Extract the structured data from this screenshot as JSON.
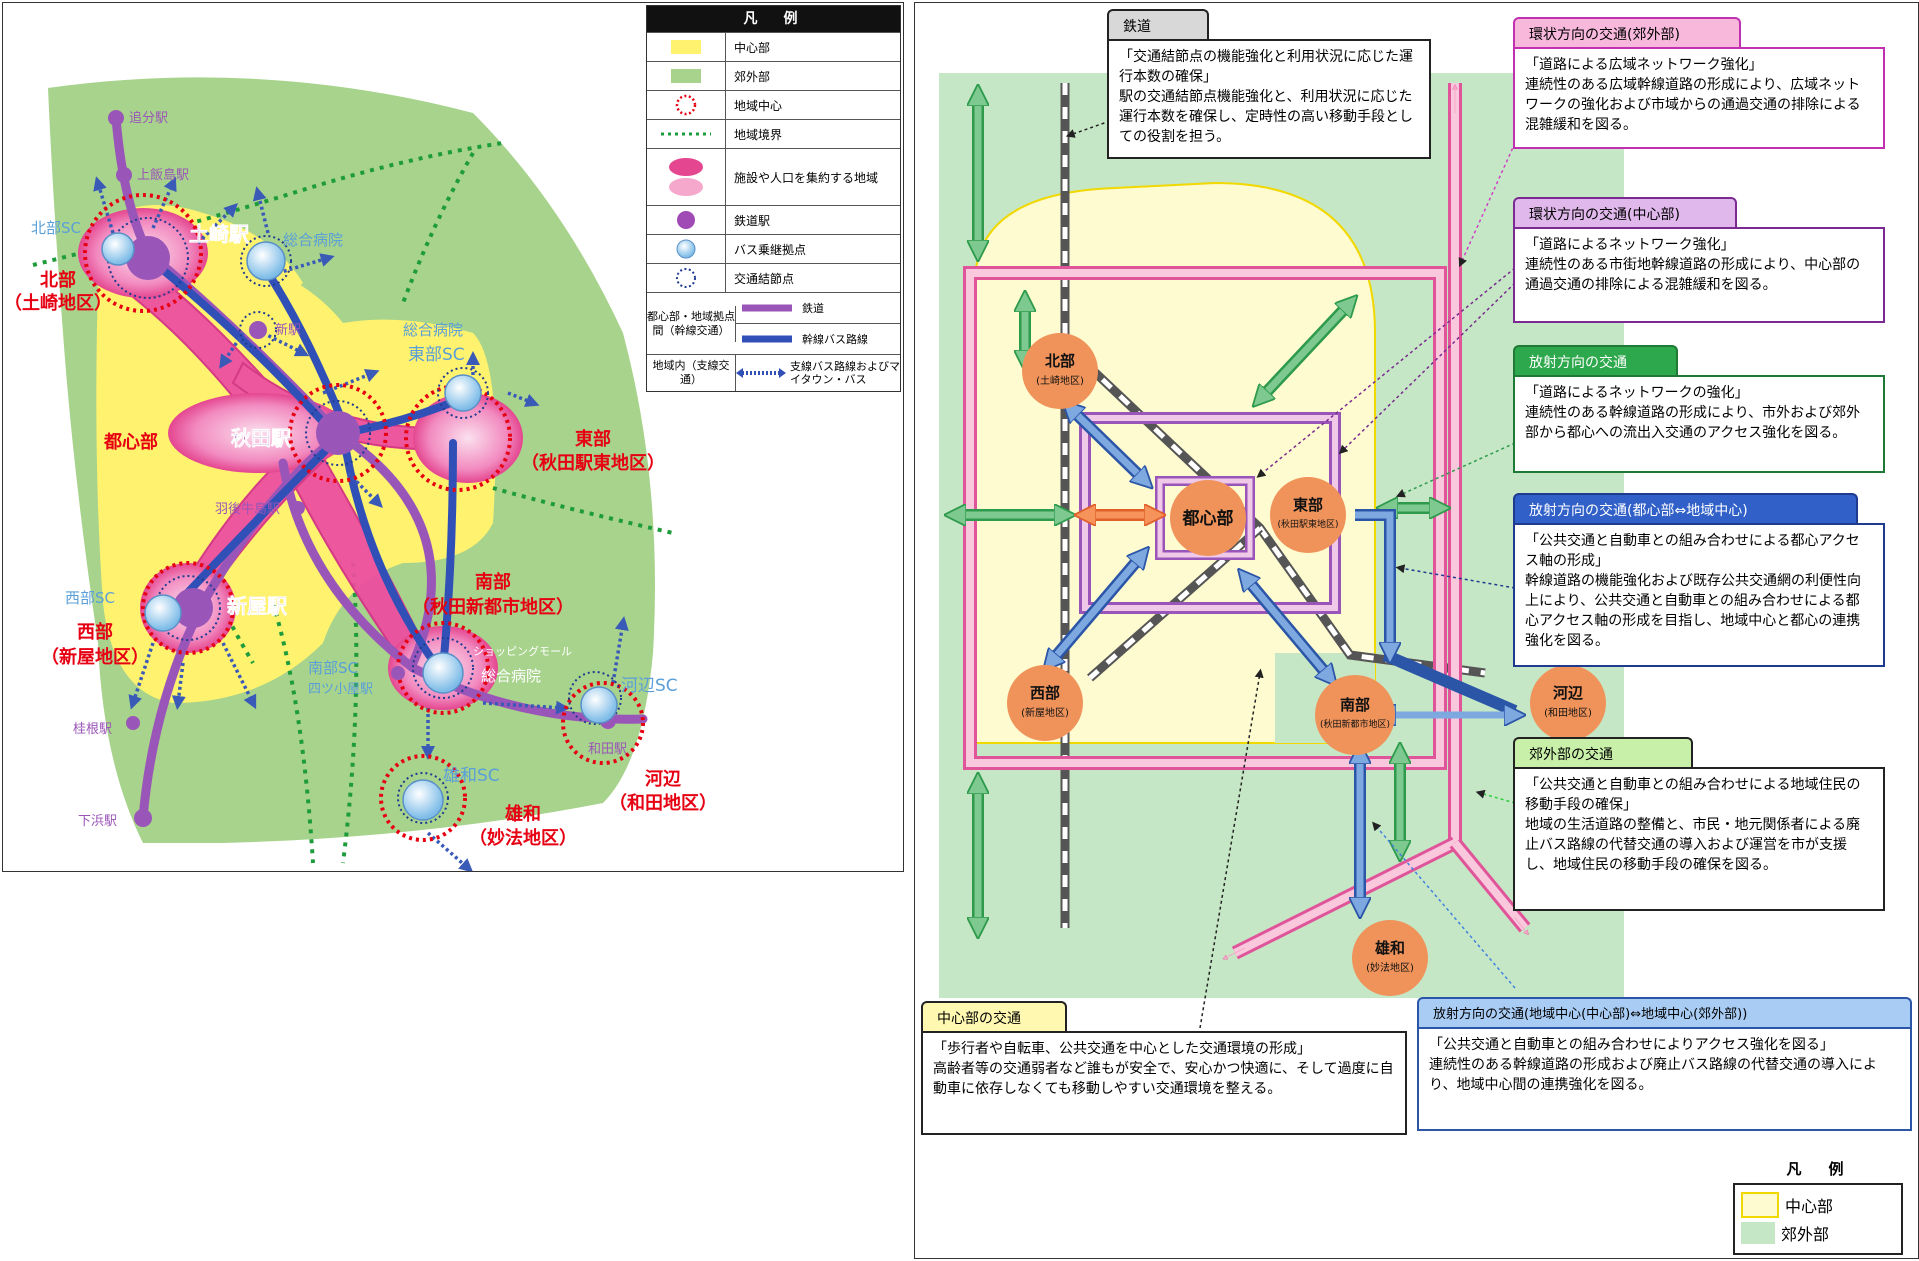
{
  "left_map": {
    "legend": {
      "title": "凡　例",
      "items": [
        {
          "label": "中心部",
          "color": "#fff26e"
        },
        {
          "label": "郊外部",
          "color": "#a8d38c"
        },
        {
          "label": "地域中心",
          "color": "#e60012"
        },
        {
          "label": "地域境界",
          "color": "#1e9c3c"
        },
        {
          "label": "施設や人口を集約する地域",
          "color": "#ec4fa0"
        },
        {
          "label": "鉄道駅",
          "color": "#a04ab5"
        },
        {
          "label": "バス乗継拠点",
          "color": "#8ec8ee"
        },
        {
          "label": "交通結節点",
          "color": "#1f3b8f"
        }
      ],
      "groups": [
        {
          "category": "都心部・地域拠点間（幹線交通）",
          "rows": [
            {
              "label": "鉄道",
              "color": "#9a55b8"
            },
            {
              "label": "幹線バス路線",
              "color": "#3050b8"
            }
          ]
        },
        {
          "category": "地域内（支線交通）",
          "rows": [
            {
              "label": "支線バス路線およびマイタウン・バス",
              "color": "#3050b8"
            }
          ]
        }
      ]
    },
    "stations": {
      "oiwake": "追分駅",
      "kamiiijima": "上飯島駅",
      "tsuchizaki": "土崎駅",
      "shin": "新駅",
      "akita": "秋田駅",
      "ugoushijima": "羽後牛島駅",
      "araya": "新屋駅",
      "yotsuoya": "四ツ小屋駅",
      "katsurane": "桂根駅",
      "shimohama": "下浜駅",
      "wada": "和田駅"
    },
    "facilities": {
      "north_sc": "北部SC",
      "general_hospital_north": "総合病院",
      "general_hospital_east": "総合病院",
      "east_sc": "東部SC",
      "west_sc": "西部SC",
      "south_sc": "南部SC",
      "shopping_mall": "ショッピングモール",
      "general_hospital_south": "総合病院",
      "kawabe_sc": "河辺SC",
      "yuwa_sc": "雄和SC"
    },
    "districts": {
      "north": [
        "北部",
        "（土崎地区）"
      ],
      "center": "都心部",
      "east": [
        "東部",
        "（秋田駅東地区）"
      ],
      "south": [
        "南部",
        "（秋田新都市地区）"
      ],
      "west": [
        "西部",
        "（新屋地区）"
      ],
      "kawabe": [
        "河辺",
        "（和田地区）"
      ],
      "yuwa": [
        "雄和",
        "（妙法地区）"
      ]
    }
  },
  "right_diagram": {
    "nodes": {
      "center": "都心部",
      "north": [
        "北部",
        "(土崎地区)"
      ],
      "east": [
        "東部",
        "(秋田駅東地区)"
      ],
      "west": [
        "西部",
        "(新屋地区)"
      ],
      "south": [
        "南部",
        "(秋田新都市地区)"
      ],
      "kawabe": [
        "河辺",
        "(和田地区)"
      ],
      "yuwa": [
        "雄和",
        "(妙法地区)"
      ]
    },
    "callouts": {
      "rail": {
        "tab": "鉄道",
        "headline": "「交通結節点の機能強化と利用状況に応じた運行本数の確保」",
        "body": "駅の交通結節点機能強化と、利用状況に応じた運行本数を確保し、定時性の高い移動手段としての役割を担う。"
      },
      "ring_outer": {
        "tab": "環状方向の交通(郊外部)",
        "headline": "「道路による広域ネットワーク強化」",
        "body": "連続性のある広域幹線道路の形成により、広域ネットワークの強化および市域からの通過交通の排除による混雑緩和を図る。"
      },
      "ring_center": {
        "tab": "環状方向の交通(中心部)",
        "headline": "「道路によるネットワーク強化」",
        "body": "連続性のある市街地幹線道路の形成により、中心部の通過交通の排除による混雑緩和を図る。"
      },
      "radial": {
        "tab": "放射方向の交通",
        "headline": "「道路によるネットワークの強化」",
        "body": "連続性のある幹線道路の形成により、市外および郊外部から都心への流出入交通のアクセス強化を図る。"
      },
      "radial_center": {
        "tab": "放射方向の交通(都心部⇔地域中心)",
        "headline": "「公共交通と自動車との組み合わせによる都心アクセス軸の形成」",
        "body": "幹線道路の機能強化および既存公共交通網の利便性向上により、公共交通と自動車との組み合わせによる都心アクセス軸の形成を目指し、地域中心と都心の連携強化を図る。"
      },
      "suburban": {
        "tab": "郊外部の交通",
        "headline": "「公共交通と自動車との組み合わせによる地域住民の移動手段の確保」",
        "body": "地域の生活道路の整備と、市民・地元関係者による廃止バス路線の代替交通の導入および運営を市が支援し、地域住民の移動手段の確保を図る。"
      },
      "central": {
        "tab": "中心部の交通",
        "headline": "「歩行者や自転車、公共交通を中心とした交通環境の形成」",
        "body": "高齢者等の交通弱者など誰もが安全で、安心かつ快適に、そして過度に自動車に依存しなくても移動しやすい交通環境を整える。"
      },
      "radial_regional": {
        "tab": "放射方向の交通(地域中心(中心部)⇔地域中心(郊外部))",
        "headline": "「公共交通と自動車との組み合わせによりアクセス強化を図る」",
        "body": "連続性のある幹線道路の形成および廃止バス路線の代替交通の導入により、地域中心間の連携強化を図る。"
      }
    },
    "legend": {
      "title": "凡　例",
      "items": [
        {
          "label": "中心部",
          "color": "#fffbd0",
          "border": "#f0d800"
        },
        {
          "label": "郊外部",
          "color": "#c5e7c5"
        }
      ]
    }
  }
}
